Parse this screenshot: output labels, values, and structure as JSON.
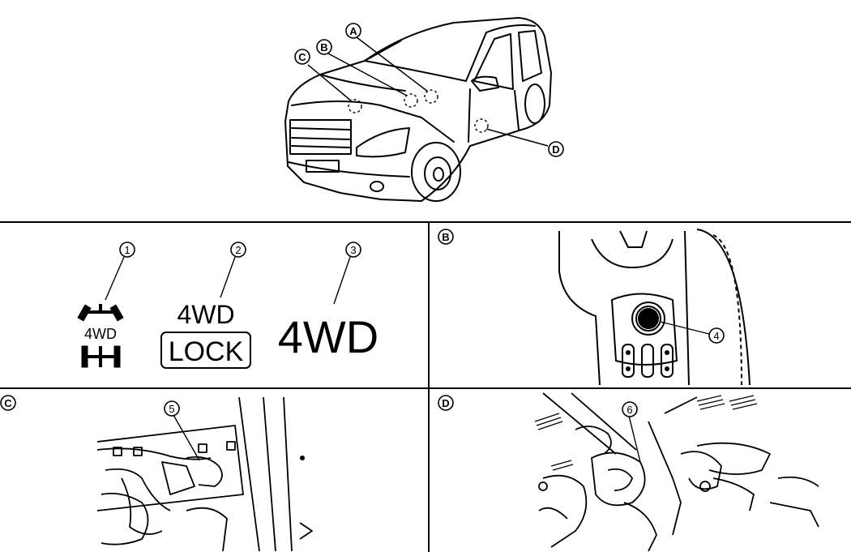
{
  "overview": {
    "callouts": [
      "A",
      "B",
      "C",
      "D"
    ]
  },
  "indicators": {
    "callouts": [
      "1",
      "2",
      "3"
    ],
    "icon_text": "4WD",
    "lock_top": "4WD",
    "lock_box": "LOCK",
    "big_text": "4WD"
  },
  "panels": {
    "B": {
      "label": "B",
      "callout": "4"
    },
    "C": {
      "label": "C",
      "callout": "5"
    },
    "D": {
      "label": "D",
      "callout": "6"
    }
  }
}
